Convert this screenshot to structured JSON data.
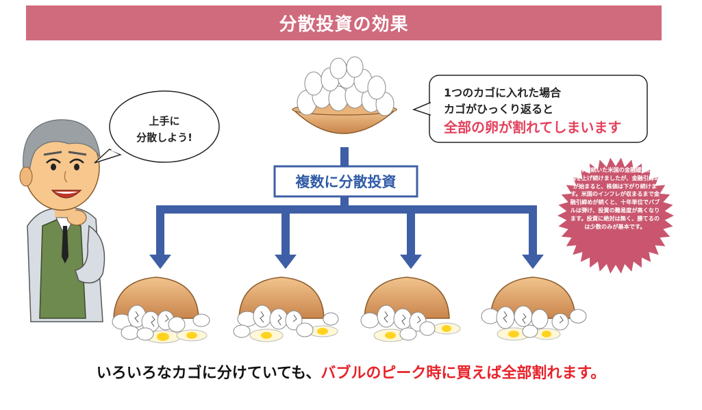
{
  "title": "分散投資の効果",
  "speech_bubble": {
    "lines": [
      "上手に",
      "分散しよう!"
    ]
  },
  "callout": {
    "line1": "1つのカゴに入れた場合",
    "line2": "カゴがひっくり返ると",
    "line3": "全部の卵が割れてしまいます"
  },
  "center_label": "複数に分散投資",
  "starburst_note": "40年間続いた米国の金融緩和が株価を上げ続けましたが、金融引締めが始まると、株価は下がり続けます。米国のインフレが収まるまで金融引締めが続くと、十年単位でバブルは弾け、投資の難易度が高くなります。投資に絶対は無く、勝てるのは少数のみが基本です。",
  "bottom_caption": {
    "normal": "いろいろなカゴに分けていても、",
    "highlight": "バブルのピーク時に買えば全部割れます。"
  },
  "colors": {
    "title_bar": "#d06a7d",
    "arrow_blue": "#3e5fa5",
    "highlight_red": "#e8222a",
    "callout_pink": "#e4405c",
    "starburst": "#c9566e"
  }
}
